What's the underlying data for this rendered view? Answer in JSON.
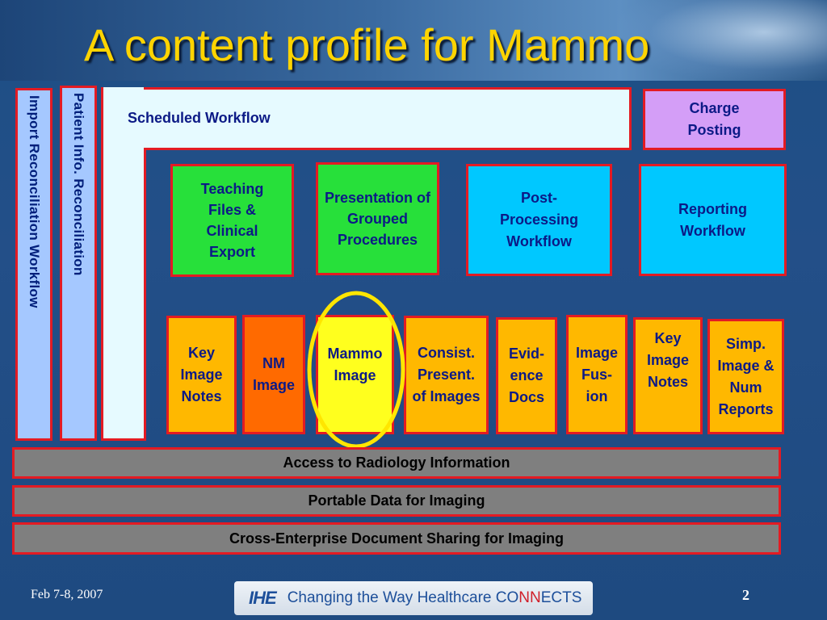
{
  "slide": {
    "title": "A content profile for Mammo",
    "footer_date": "Feb 7-8, 2007",
    "page_number": "2",
    "logo": {
      "ihe": "IHE",
      "tagline_part1": "Changing the Way Healthcare CO",
      "tagline_part2": "NN",
      "tagline_part3": "ECTS"
    }
  },
  "diagram": {
    "vertical_bars": [
      {
        "label": "Import Reconciliation Workflow"
      },
      {
        "label": "Patient Info. Reconciliation"
      }
    ],
    "scheduled_workflow": "Scheduled Workflow",
    "charge_posting": "Charge Posting",
    "workflow_boxes": [
      {
        "label": "Teaching Files & Clinical Export",
        "color": "#27e03a"
      },
      {
        "label": "Presentation of Grouped Procedures",
        "color": "#27e03a"
      },
      {
        "label": "Post- Processing Workflow",
        "color": "#00c8ff"
      },
      {
        "label": "Reporting Workflow",
        "color": "#00c8ff"
      }
    ],
    "content_boxes": [
      {
        "label": "Key Image Notes"
      },
      {
        "label": "NM Image"
      },
      {
        "label": "Mammo Image"
      },
      {
        "label": "Consist. Present. of Images"
      },
      {
        "label": "Evid- ence Docs"
      },
      {
        "label": "Image Fus- ion"
      },
      {
        "label": "Key Image Notes"
      },
      {
        "label": "Simp. Image & Num Reports"
      }
    ],
    "infrastructure_bars": [
      {
        "label": "Access to Radiology Information"
      },
      {
        "label": "Portable Data for Imaging"
      },
      {
        "label": "Cross-Enterprise Document Sharing for Imaging"
      }
    ],
    "highlight_color": "#ffe600"
  }
}
